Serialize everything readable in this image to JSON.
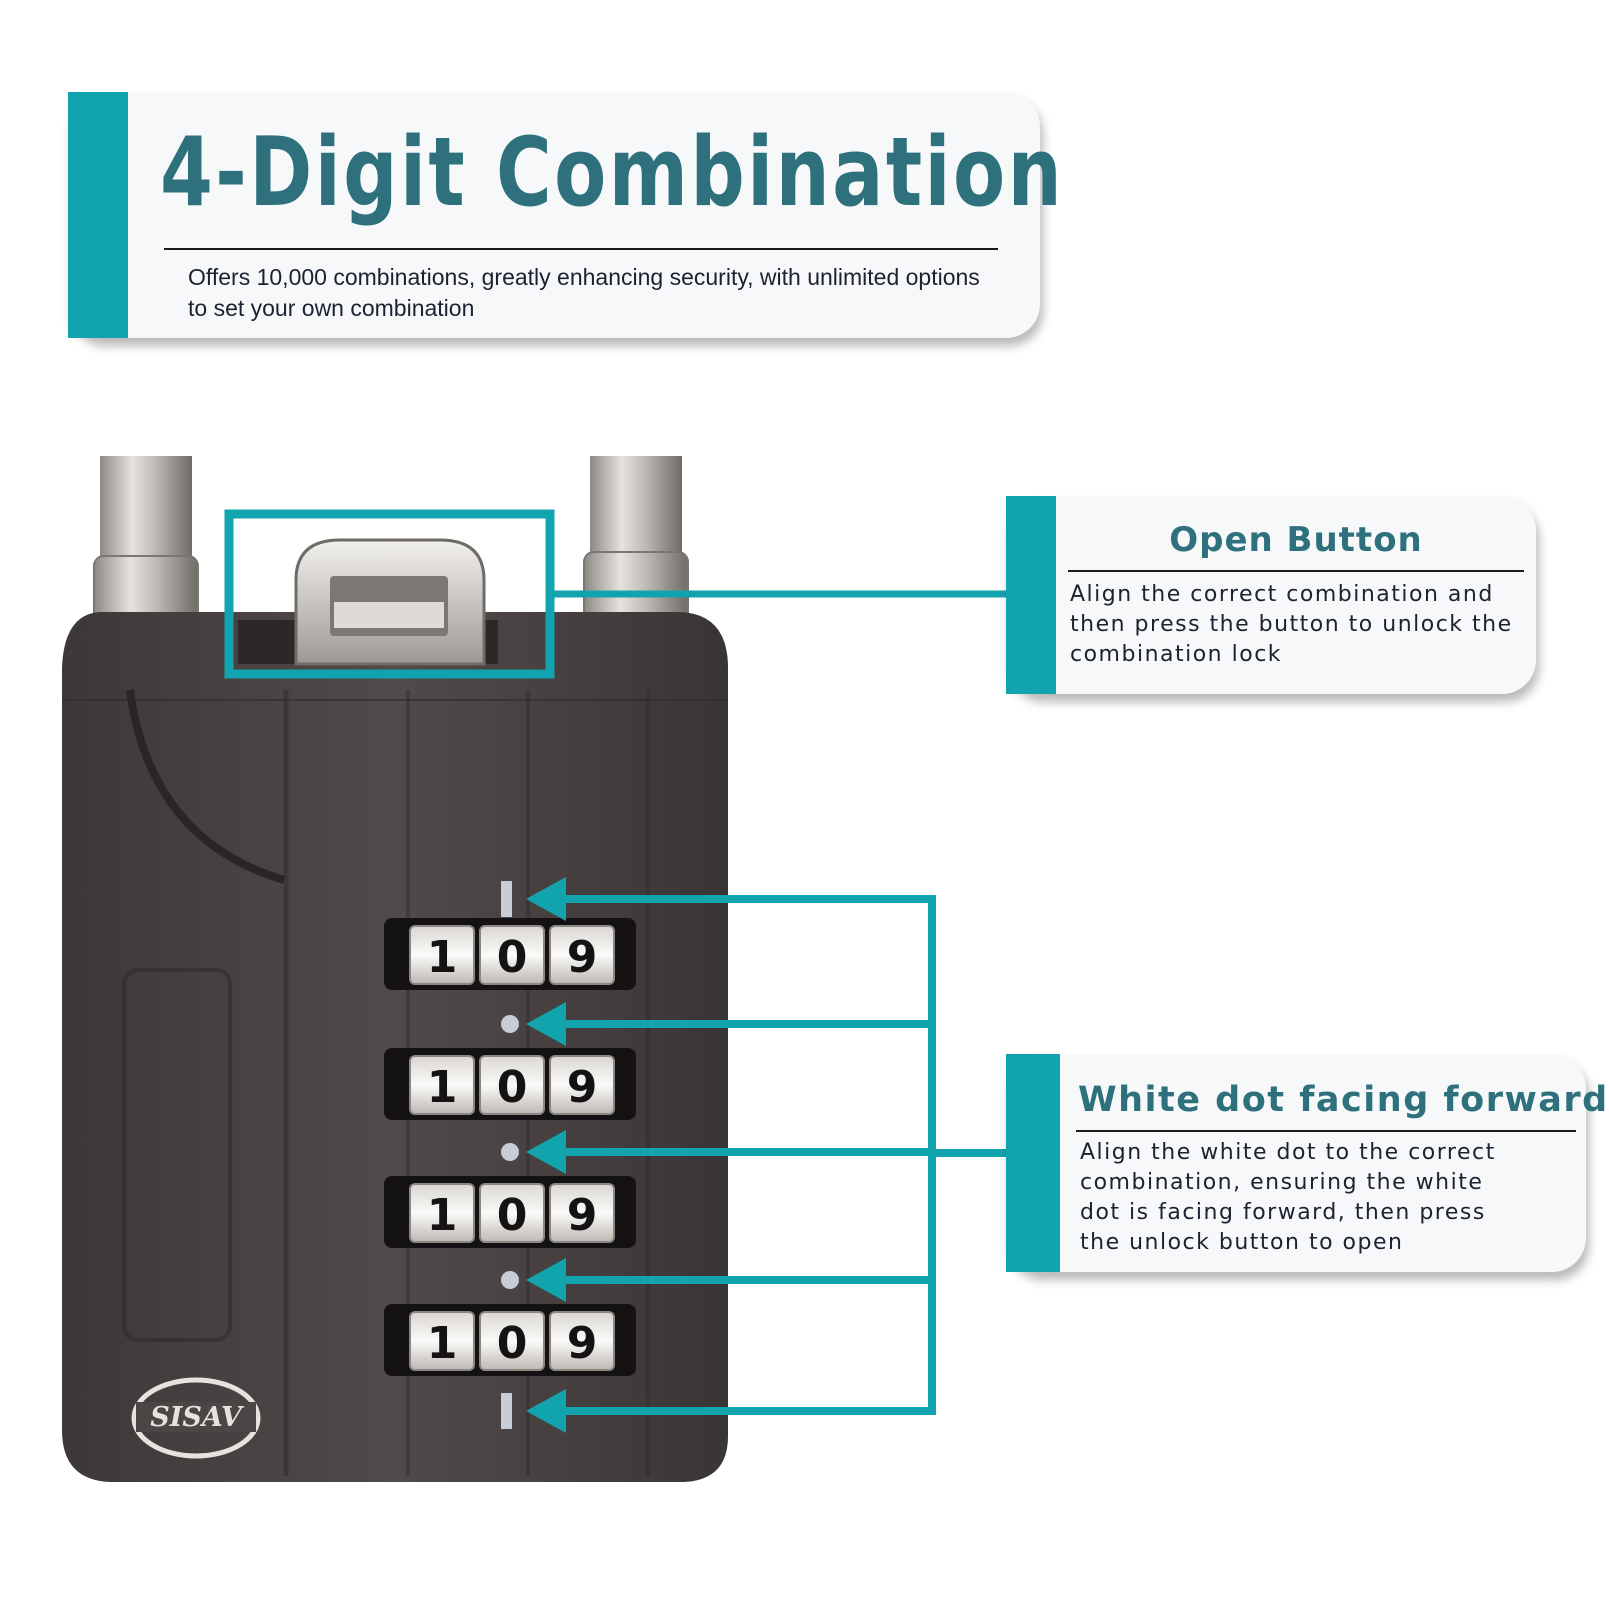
{
  "header": {
    "title": "4-Digit Combination",
    "description": "Offers 10,000 combinations, greatly enhancing security, with unlimited options to set your own combination"
  },
  "callouts": {
    "open_button": {
      "heading": "Open Button",
      "text": "Align the correct combination and then press the button to unlock the combination lock"
    },
    "white_dot": {
      "heading": "White dot facing forward",
      "text": "Align the white dot to the correct combination, ensuring the white dot is facing forward, then press the unlock button to open"
    }
  },
  "lock": {
    "brand": "SISAV",
    "dials": [
      {
        "digits": [
          "1",
          "0",
          "9"
        ]
      },
      {
        "digits": [
          "1",
          "0",
          "9"
        ]
      },
      {
        "digits": [
          "1",
          "0",
          "9"
        ]
      },
      {
        "digits": [
          "1",
          "0",
          "9"
        ]
      }
    ]
  },
  "colors": {
    "accent": "#12a4ae",
    "title": "#2e717d",
    "lock_body": "#4b4545"
  }
}
